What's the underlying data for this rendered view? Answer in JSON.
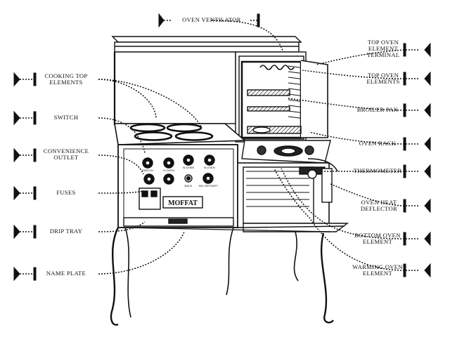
{
  "figure": {
    "brand_plate": "MOFFAT",
    "knob_labels": [
      "SWITCH",
      "H-OVEN",
      "W-OVEN",
      "B-OVEN",
      "BACK",
      "SW.-RESTART"
    ],
    "labels": {
      "oven_ventilator": "OVEN VENTILATOR",
      "top_oven_element_terminal": "TOP OVEN\nELEMENT\nTERMINAL",
      "cooking_top_elements": "COOKING TOP\nELEMENTS",
      "top_oven_elements": "TOP OVEN\nELEMENTS",
      "switch": "SWITCH",
      "broiler_pan": "BROILER PAN",
      "convenience_outlet": "CONVENIENCE\nOUTLET",
      "oven_rack": "OVEN RACK",
      "thermometer": "THERMOMETER",
      "fuses": "FUSES",
      "oven_heat_deflector": "OVEN HEAT\nDEFLECTOR",
      "drip_tray": "DRIP TRAY",
      "bottom_oven_element": "BOTTOM OVEN\nELEMENT",
      "name_plate": "NAME PLATE",
      "warming_oven_element": "WARMING OVEN\nELEMENT"
    }
  }
}
